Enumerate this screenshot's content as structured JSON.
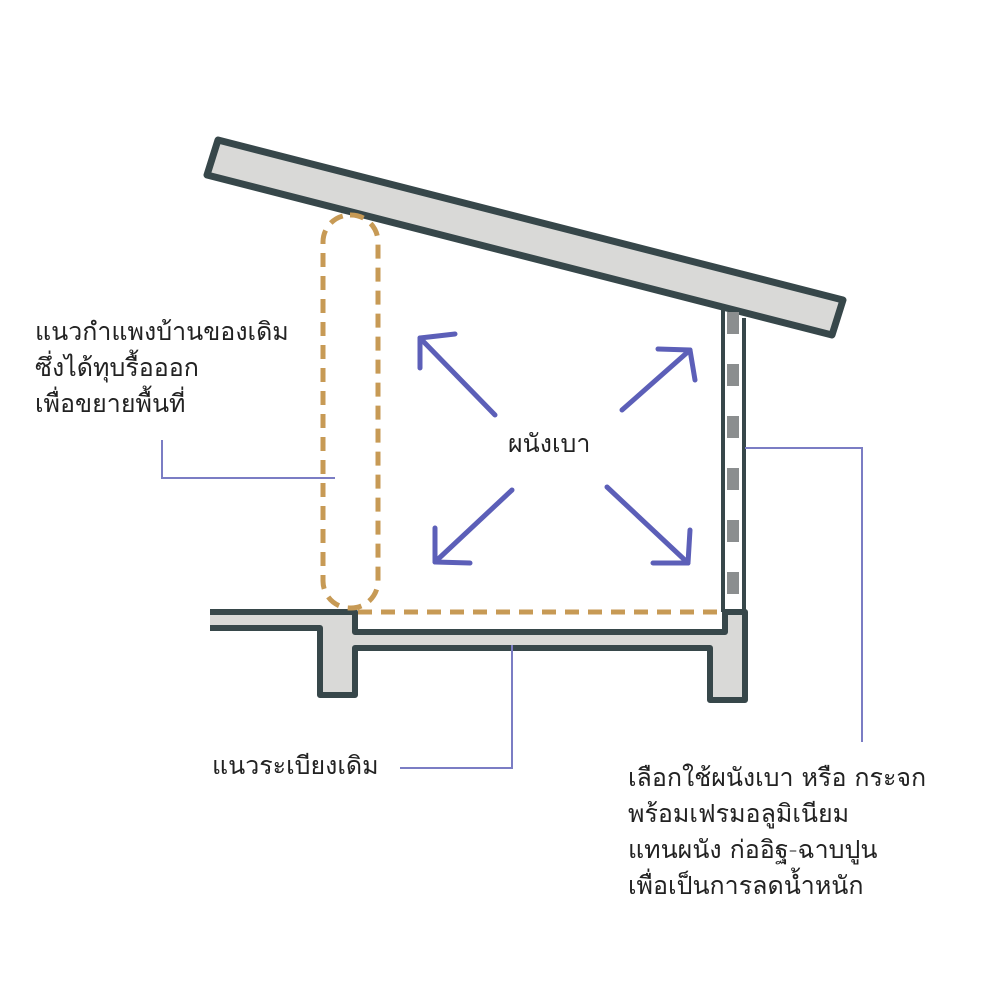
{
  "labels": {
    "old_wall": [
      "แนวกำแพงบ้านของเดิม",
      "ซึ่งได้ทุบรื้อออก",
      "เพื่อขยายพื้นที่"
    ],
    "light_wall": "ผนังเบา",
    "old_balcony": "แนวระเบียงเดิม",
    "material_note": [
      "เลือกใช้ผนังเบา หรือ กระจก",
      "พร้อมเฟรมอลูมิเนียม",
      "แทนผนัง ก่ออิฐ-ฉาบปูน",
      "เพื่อเป็นการลดน้ำหนัก"
    ]
  },
  "colors": {
    "outline": "#37474a",
    "fill": "#d9d9d7",
    "dashed": "#c79a55",
    "arrows": "#5c5fb8",
    "leader": "#7b7dc4",
    "text": "#222222"
  }
}
